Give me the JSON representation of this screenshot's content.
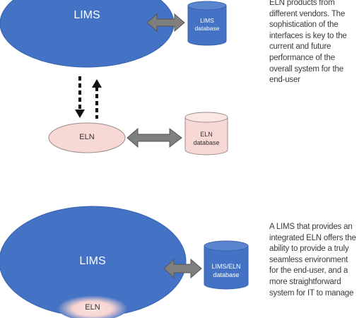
{
  "top": {
    "lims_label": "LIMS",
    "lims_db_label_1": "LIMS",
    "lims_db_label_2": "database",
    "eln_label": "ELN",
    "eln_db_label_1": "ELN",
    "eln_db_label_2": "database",
    "caption_lines": [
      "ELN products from",
      "different vendors. The",
      "sophistication of the",
      "interfaces is key to the",
      "current and future",
      "performance of the",
      "overall system for the",
      "end-user"
    ]
  },
  "bottom": {
    "lims_label": "LIMS",
    "eln_label": "ELN",
    "db_label_1": "LIMS/ELN",
    "db_label_2": "database",
    "caption_lines": [
      "A LIMS that provides an",
      "integrated ELN offers the",
      "ability to provide a truly",
      "seamless environment",
      "for the end-user, and a",
      "more straightforward",
      "system for IT to manage"
    ]
  },
  "colors": {
    "lims_blue": "#4472c4",
    "eln_pink": "#f8d8d5",
    "arrow_gray": "#7f7f7f",
    "text_dark": "#3a3a3a"
  }
}
